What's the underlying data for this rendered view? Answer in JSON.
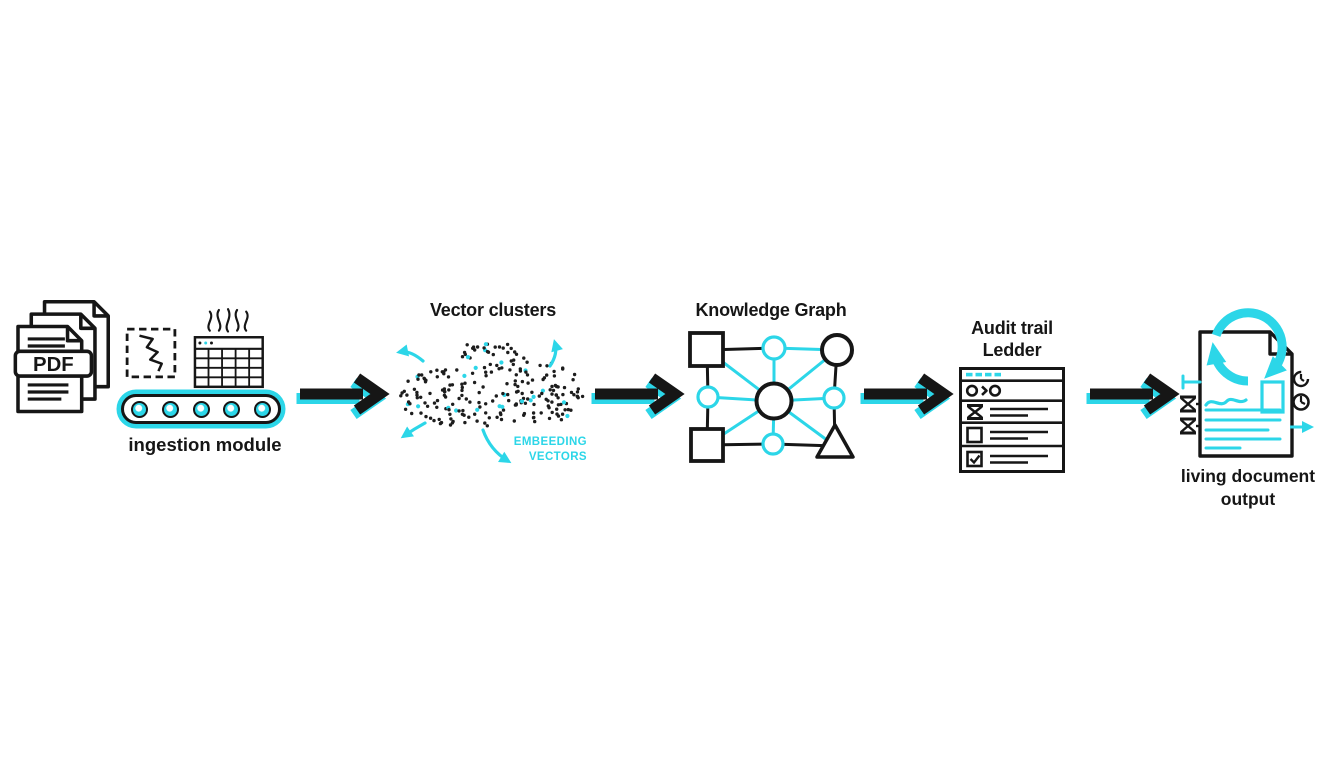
{
  "palette": {
    "accent": "#2cd6e8",
    "ink": "#161616",
    "bg": "#ffffff",
    "dot": "#1d1d1d"
  },
  "stages": {
    "ingestion": {
      "label": "ingestion module",
      "pdf_badge": "PDF"
    },
    "vectors": {
      "title": "Vector clusters",
      "annotation": [
        "EMBEEDING",
        "VECTORS"
      ]
    },
    "graph": {
      "title": "Knowledge Graph"
    },
    "audit": {
      "title": [
        "Audit trail",
        "Ledder"
      ]
    },
    "output": {
      "label": [
        "living document",
        "output"
      ]
    }
  },
  "icons": {
    "pdf-stack-icon": "stack of three pages with PDF badge",
    "fragment-box-icon": "dashed selection square with crack line",
    "heated-table-icon": "data table with steam squiggles",
    "conveyor-belt-icon": "conveyor belt with five rollers",
    "flow-arrow-icon": "thick right arrow with cyan glow",
    "vector-cloud-icon": "point cloud with outward cyan arrows",
    "knowledge-graph-icon": "node-link graph of squares, circles, triangle",
    "audit-ledger-icon": "ledger list with hourglass, checkbox rows",
    "living-document-icon": "document page with circular sync arrows"
  }
}
